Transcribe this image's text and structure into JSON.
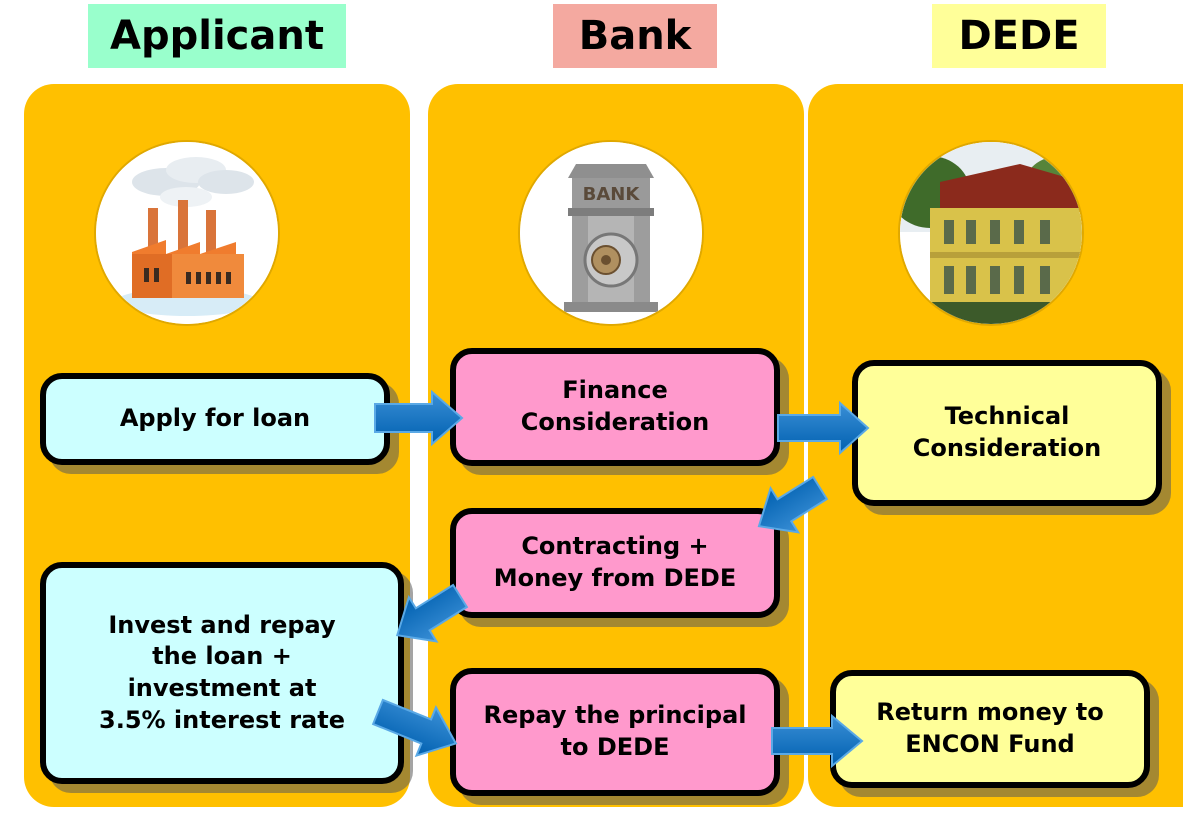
{
  "colors": {
    "lane": "#ffc000",
    "applicant_header": "#99ffcc",
    "bank_header": "#f4a9a0",
    "dede_header": "#ffff99",
    "cyan_box": "#ccffff",
    "pink_box": "#ff99cc",
    "yellow_box": "#ffff99",
    "arrow": "#0070c0"
  },
  "columns": {
    "applicant": {
      "header": "Applicant",
      "icon": "factory-icon"
    },
    "bank": {
      "header": "Bank",
      "icon": "bank-vault-icon",
      "sign": "BANK"
    },
    "dede": {
      "header": "DEDE",
      "icon": "government-building-icon"
    }
  },
  "steps": {
    "apply": "Apply for loan",
    "finance": "Finance\nConsideration",
    "technical": "Technical\nConsideration",
    "contracting": "Contracting +\nMoney from DEDE",
    "invest": "Invest and repay\nthe loan +\ninvestment at\n3.5% interest rate",
    "repay_principal": "Repay the principal\nto DEDE",
    "return_money": "Return money to\nENCON Fund"
  }
}
